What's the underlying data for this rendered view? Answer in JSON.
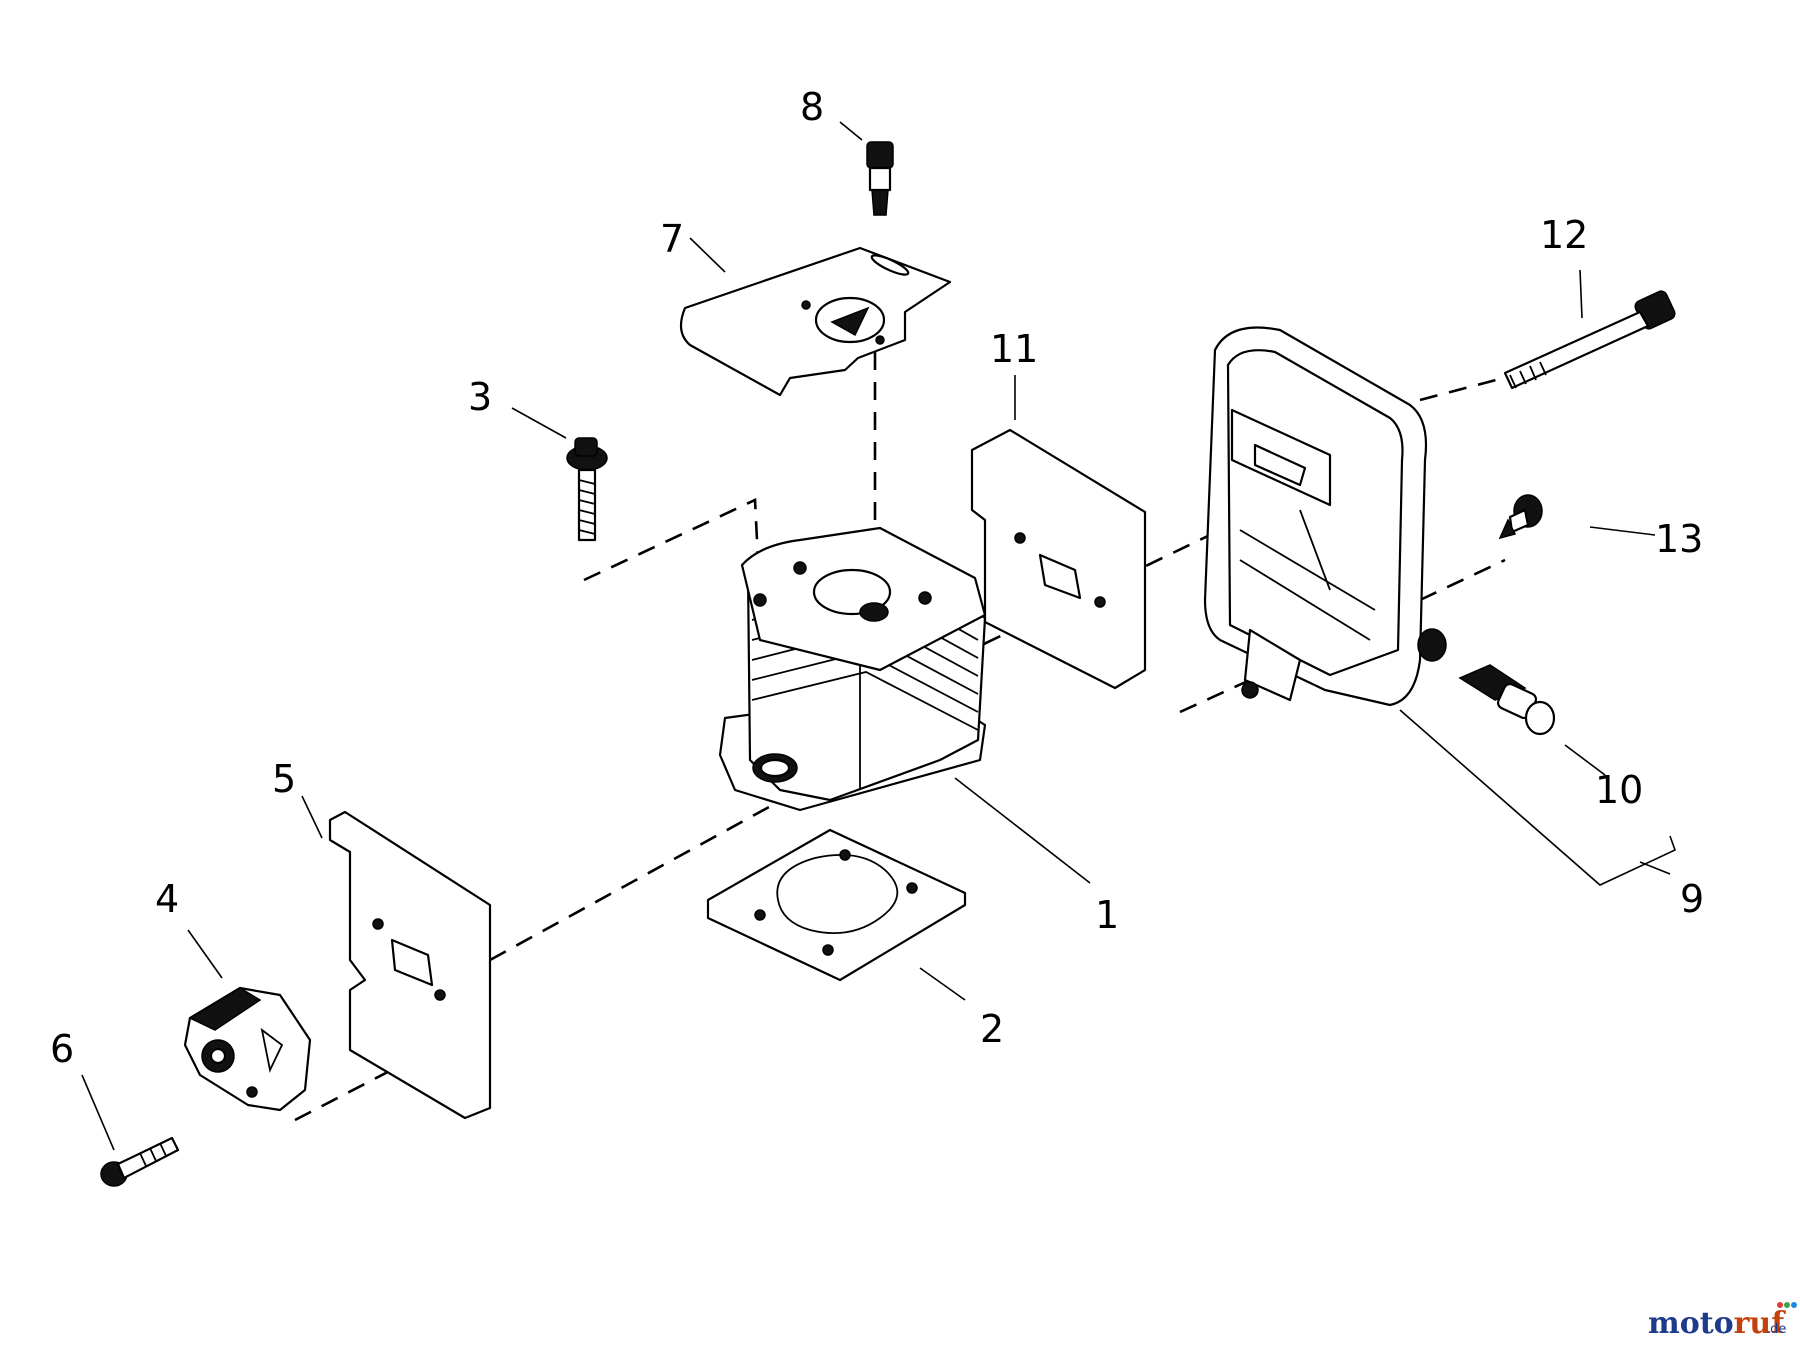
{
  "diagram": {
    "part_numbers": {
      "p1": "1",
      "p2": "2",
      "p3": "3",
      "p4": "4",
      "p5": "5",
      "p6": "6",
      "p7": "7",
      "p8": "8",
      "p9": "9",
      "p10": "10",
      "p11": "11",
      "p12": "12",
      "p13": "13"
    },
    "parts": [
      {
        "num": "1",
        "icon": "cylinder-icon"
      },
      {
        "num": "2",
        "icon": "cylinder-gasket-icon"
      },
      {
        "num": "3",
        "icon": "bolt-icon"
      },
      {
        "num": "4",
        "icon": "intake-insulator-icon"
      },
      {
        "num": "5",
        "icon": "intake-gasket-icon"
      },
      {
        "num": "6",
        "icon": "screw-icon"
      },
      {
        "num": "7",
        "icon": "heat-shield-plate-icon"
      },
      {
        "num": "8",
        "icon": "spark-plug-icon"
      },
      {
        "num": "9",
        "icon": "muffler-assembly-icon"
      },
      {
        "num": "10",
        "icon": "muffler-plug-icon"
      },
      {
        "num": "11",
        "icon": "muffler-gasket-icon"
      },
      {
        "num": "12",
        "icon": "long-bolt-icon"
      },
      {
        "num": "13",
        "icon": "screw-icon"
      }
    ]
  },
  "watermark": {
    "text_main": "motoruf",
    "text_suffix": ".de",
    "colors": [
      "#e53935",
      "#fb8c00",
      "#fdd835",
      "#43a047",
      "#1e88e5",
      "#8e24aa",
      "#e53935"
    ]
  }
}
